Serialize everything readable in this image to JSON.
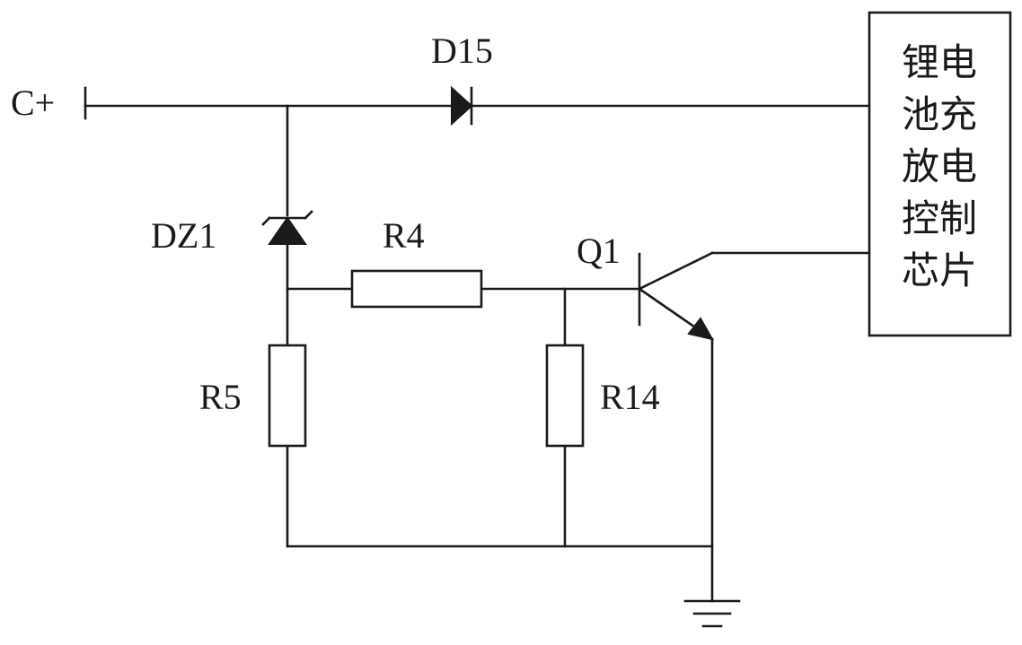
{
  "labels": {
    "terminal": "C+",
    "diode": "D15",
    "zener": "DZ1",
    "r4": "R4",
    "r5": "R5",
    "r14": "R14",
    "transistor": "Q1"
  },
  "chip": {
    "lines": [
      "锂电",
      "池充",
      "放电",
      "控制",
      "芯片"
    ]
  }
}
